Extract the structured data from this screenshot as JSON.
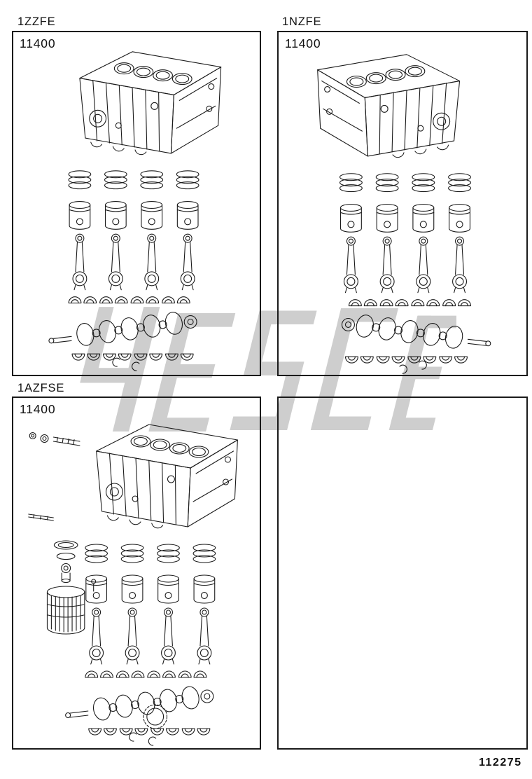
{
  "page": {
    "background": "#ffffff",
    "line_color": "#1a1a1a",
    "page_number": "112275"
  },
  "panels": [
    {
      "engine_code": "1ZZFE",
      "part_number": "11400",
      "has_diagram": true
    },
    {
      "engine_code": "1NZFE",
      "part_number": "11400",
      "has_diagram": true
    },
    {
      "engine_code": "1AZFSE",
      "part_number": "11400",
      "has_diagram": true
    },
    {
      "engine_code": "",
      "part_number": "",
      "has_diagram": false
    }
  ],
  "watermark": {
    "present": true
  }
}
